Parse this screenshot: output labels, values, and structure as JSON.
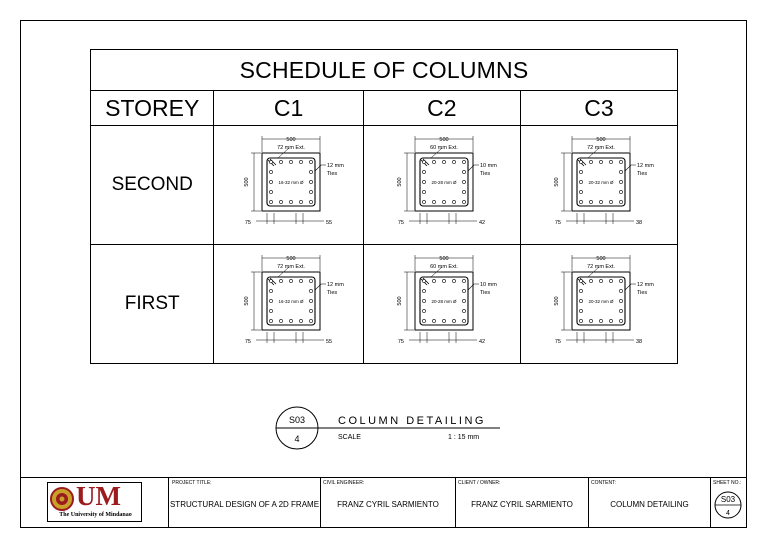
{
  "schedule": {
    "title": "SCHEDULE OF COLUMNS",
    "header": {
      "storey": "STOREY",
      "columns": [
        "C1",
        "C2",
        "C3"
      ]
    },
    "rows": [
      {
        "storey": "SECOND",
        "cells": [
          {
            "width": "500",
            "height": "500",
            "ext": "72 mm Ext.",
            "bars": "16-32 mm Ø",
            "ties": "12 mm Ø",
            "ties_word": "Ties",
            "left_dim": "75",
            "right_dim": "55"
          },
          {
            "width": "500",
            "height": "500",
            "ext": "60 mm Ext.",
            "bars": "20-28 mm Ø",
            "ties": "10 mm Ø",
            "ties_word": "Ties",
            "left_dim": "75",
            "right_dim": "42"
          },
          {
            "width": "500",
            "height": "500",
            "ext": "72 mm Ext.",
            "bars": "20-32 mm Ø",
            "ties": "12 mm Ø",
            "ties_word": "Ties",
            "left_dim": "75",
            "right_dim": "38"
          }
        ]
      },
      {
        "storey": "FIRST",
        "cells": [
          {
            "width": "500",
            "height": "500",
            "ext": "72 mm Ext.",
            "bars": "16-32 mm Ø",
            "ties": "12 mm Ø",
            "ties_word": "Ties",
            "left_dim": "75",
            "right_dim": "55"
          },
          {
            "width": "500",
            "height": "500",
            "ext": "60 mm Ext.",
            "bars": "20-28 mm Ø",
            "ties": "10 mm Ø",
            "ties_word": "Ties",
            "left_dim": "75",
            "right_dim": "42"
          },
          {
            "width": "500",
            "height": "500",
            "ext": "72 mm Ext.",
            "bars": "20-32 mm Ø",
            "ties": "12 mm Ø",
            "ties_word": "Ties",
            "left_dim": "75",
            "right_dim": "38"
          }
        ]
      }
    ]
  },
  "detail_tag": {
    "sheet_ref": "S03",
    "detail_no": "4",
    "title": "COLUMN DETAILING",
    "scale_label": "SCALE",
    "scale_value": "1 : 15 mm"
  },
  "title_block": {
    "logo_text": "UM",
    "logo_caption": "The University of Mindanao",
    "project_title_label": "PROJECT TITLE:",
    "project_title": "STRUCTURAL DESIGN OF A 2D FRAME",
    "civil_engineer_label": "CIVIL ENGINEER:",
    "civil_engineer": "FRANZ CYRIL SARMIENTO",
    "client_label": "CLIENT / OWNER:",
    "client": "FRANZ CYRIL SARMIENTO",
    "content_label": "CONTENT:",
    "content": "COLUMN DETAILING",
    "sheet_no_label": "SHEET NO.:",
    "sheet_no": "S03",
    "sheet_sub": "4",
    "colors": {
      "logo_red": "#9b1b1e",
      "seal_gold": "#c8a02a"
    }
  }
}
